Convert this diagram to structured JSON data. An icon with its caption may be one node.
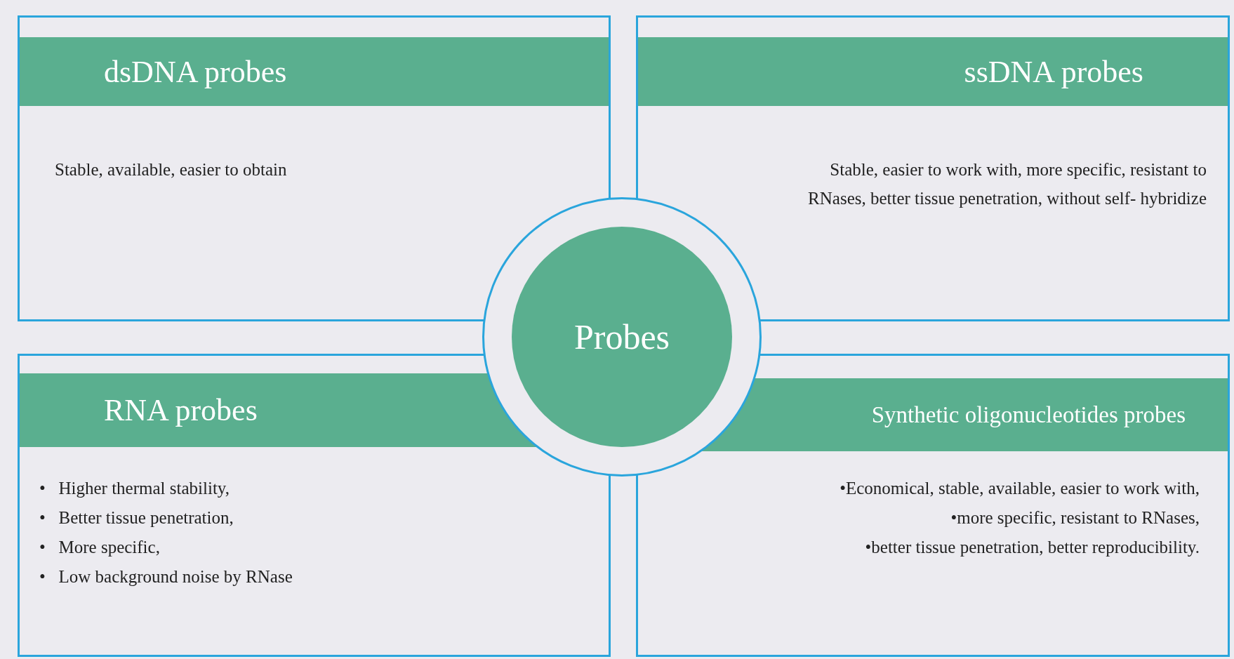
{
  "diagram": {
    "nodes": [
      {
        "text": [
          "dsDNA probes",
          "Stable, available, easier to obtain"
        ]
      },
      {
        "text": [
          "ssDNA probes",
          "Stable, easier to work with, more specific, resistant to RNases, better tissue penetration, without self- hybridize"
        ]
      },
      {
        "text": [
          "Probes"
        ]
      },
      {
        "text": [
          "RNA probes",
          "•   Higher thermal stability,",
          "•   Better tissue penetration,",
          "•   More specific,",
          "•   Low background noise by RNase"
        ]
      },
      {
        "text": [
          "Synthetic oligonucleotides probes",
          "•Economical, stable, available, easier to work with,",
          "•more specific, resistant to RNases,",
          "•better tissue penetration, better reproducibility."
        ]
      }
    ]
  }
}
